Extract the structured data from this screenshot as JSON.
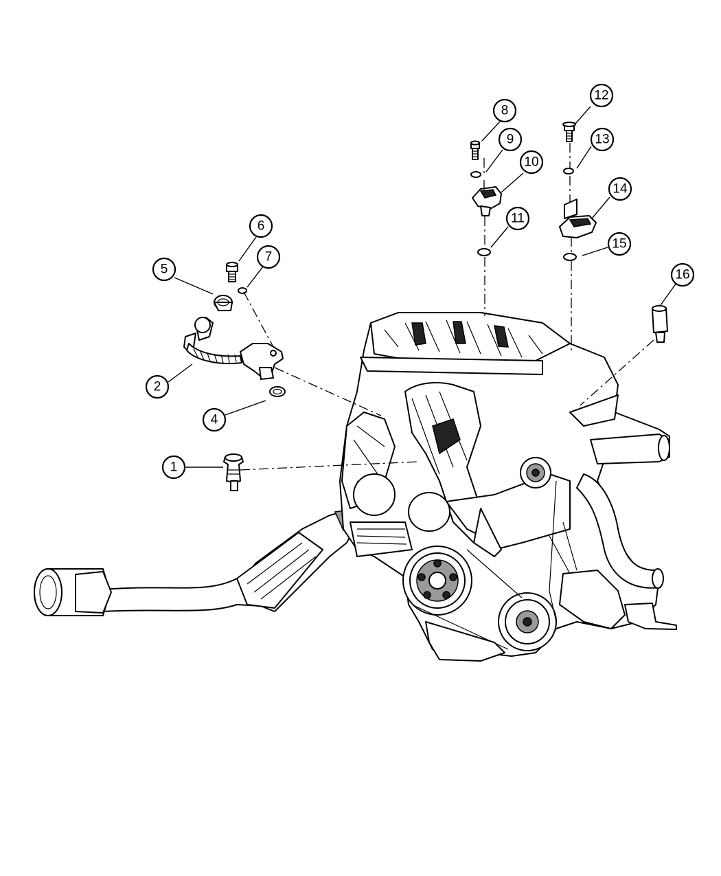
{
  "callouts": [
    {
      "id": "1",
      "label": "1"
    },
    {
      "id": "2",
      "label": "2"
    },
    {
      "id": "4",
      "label": "4"
    },
    {
      "id": "5",
      "label": "5"
    },
    {
      "id": "6",
      "label": "6"
    },
    {
      "id": "7",
      "label": "7"
    },
    {
      "id": "8",
      "label": "8"
    },
    {
      "id": "9",
      "label": "9"
    },
    {
      "id": "10",
      "label": "10"
    },
    {
      "id": "11",
      "label": "11"
    },
    {
      "id": "12",
      "label": "12"
    },
    {
      "id": "13",
      "label": "13"
    },
    {
      "id": "14",
      "label": "14"
    },
    {
      "id": "15",
      "label": "15"
    },
    {
      "id": "16",
      "label": "16"
    }
  ]
}
